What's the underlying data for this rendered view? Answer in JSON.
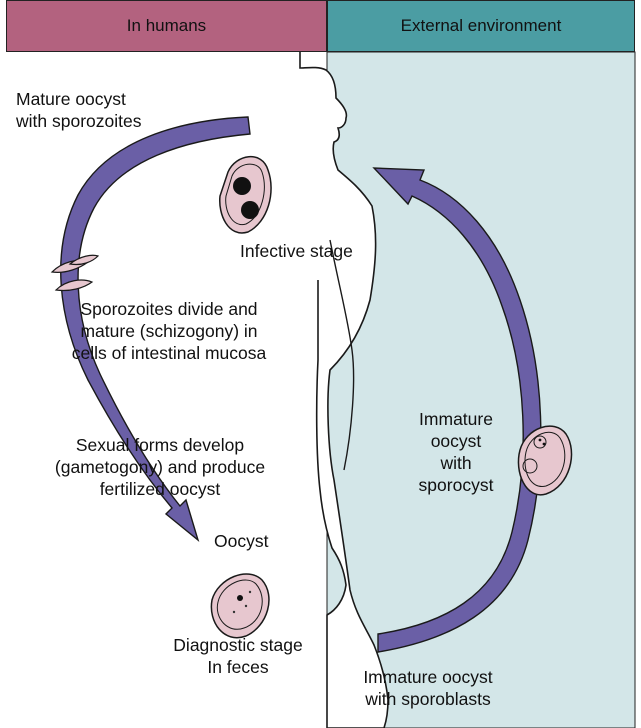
{
  "header": {
    "left_label": "In humans",
    "right_label": "External environment"
  },
  "colors": {
    "humans_band": "#b3627f",
    "environment_band": "#4b9da3",
    "environment_background": "#d3e6e8",
    "arrow_fill": "#6a5fa6",
    "outline": "#1a1a1a",
    "oocyst_fill": "#e7c7cf"
  },
  "labels": {
    "mature_oocyst_line1": "Mature oocyst",
    "mature_oocyst_line2": "with sporozoites",
    "infective_stage": "Infective stage",
    "sporozoites_line1": "Sporozoites divide and",
    "sporozoites_line2": "mature (schizogony) in",
    "sporozoites_line3": "cells of intestinal mucosa",
    "sexual_line1": "Sexual forms develop",
    "sexual_line2": "(gametogony) and produce",
    "sexual_line3": "fertilized oocyst",
    "oocyst": "Oocyst",
    "diagnostic_line1": "Diagnostic stage",
    "diagnostic_line2": "In feces",
    "immature_sporocyst_line1": "Immature",
    "immature_sporocyst_line2": "oocyst",
    "immature_sporocyst_line3": "with",
    "immature_sporocyst_line4": "sporocyst",
    "immature_sporoblasts_line1": "Immature oocyst",
    "immature_sporoblasts_line2": "with sporoblasts"
  }
}
